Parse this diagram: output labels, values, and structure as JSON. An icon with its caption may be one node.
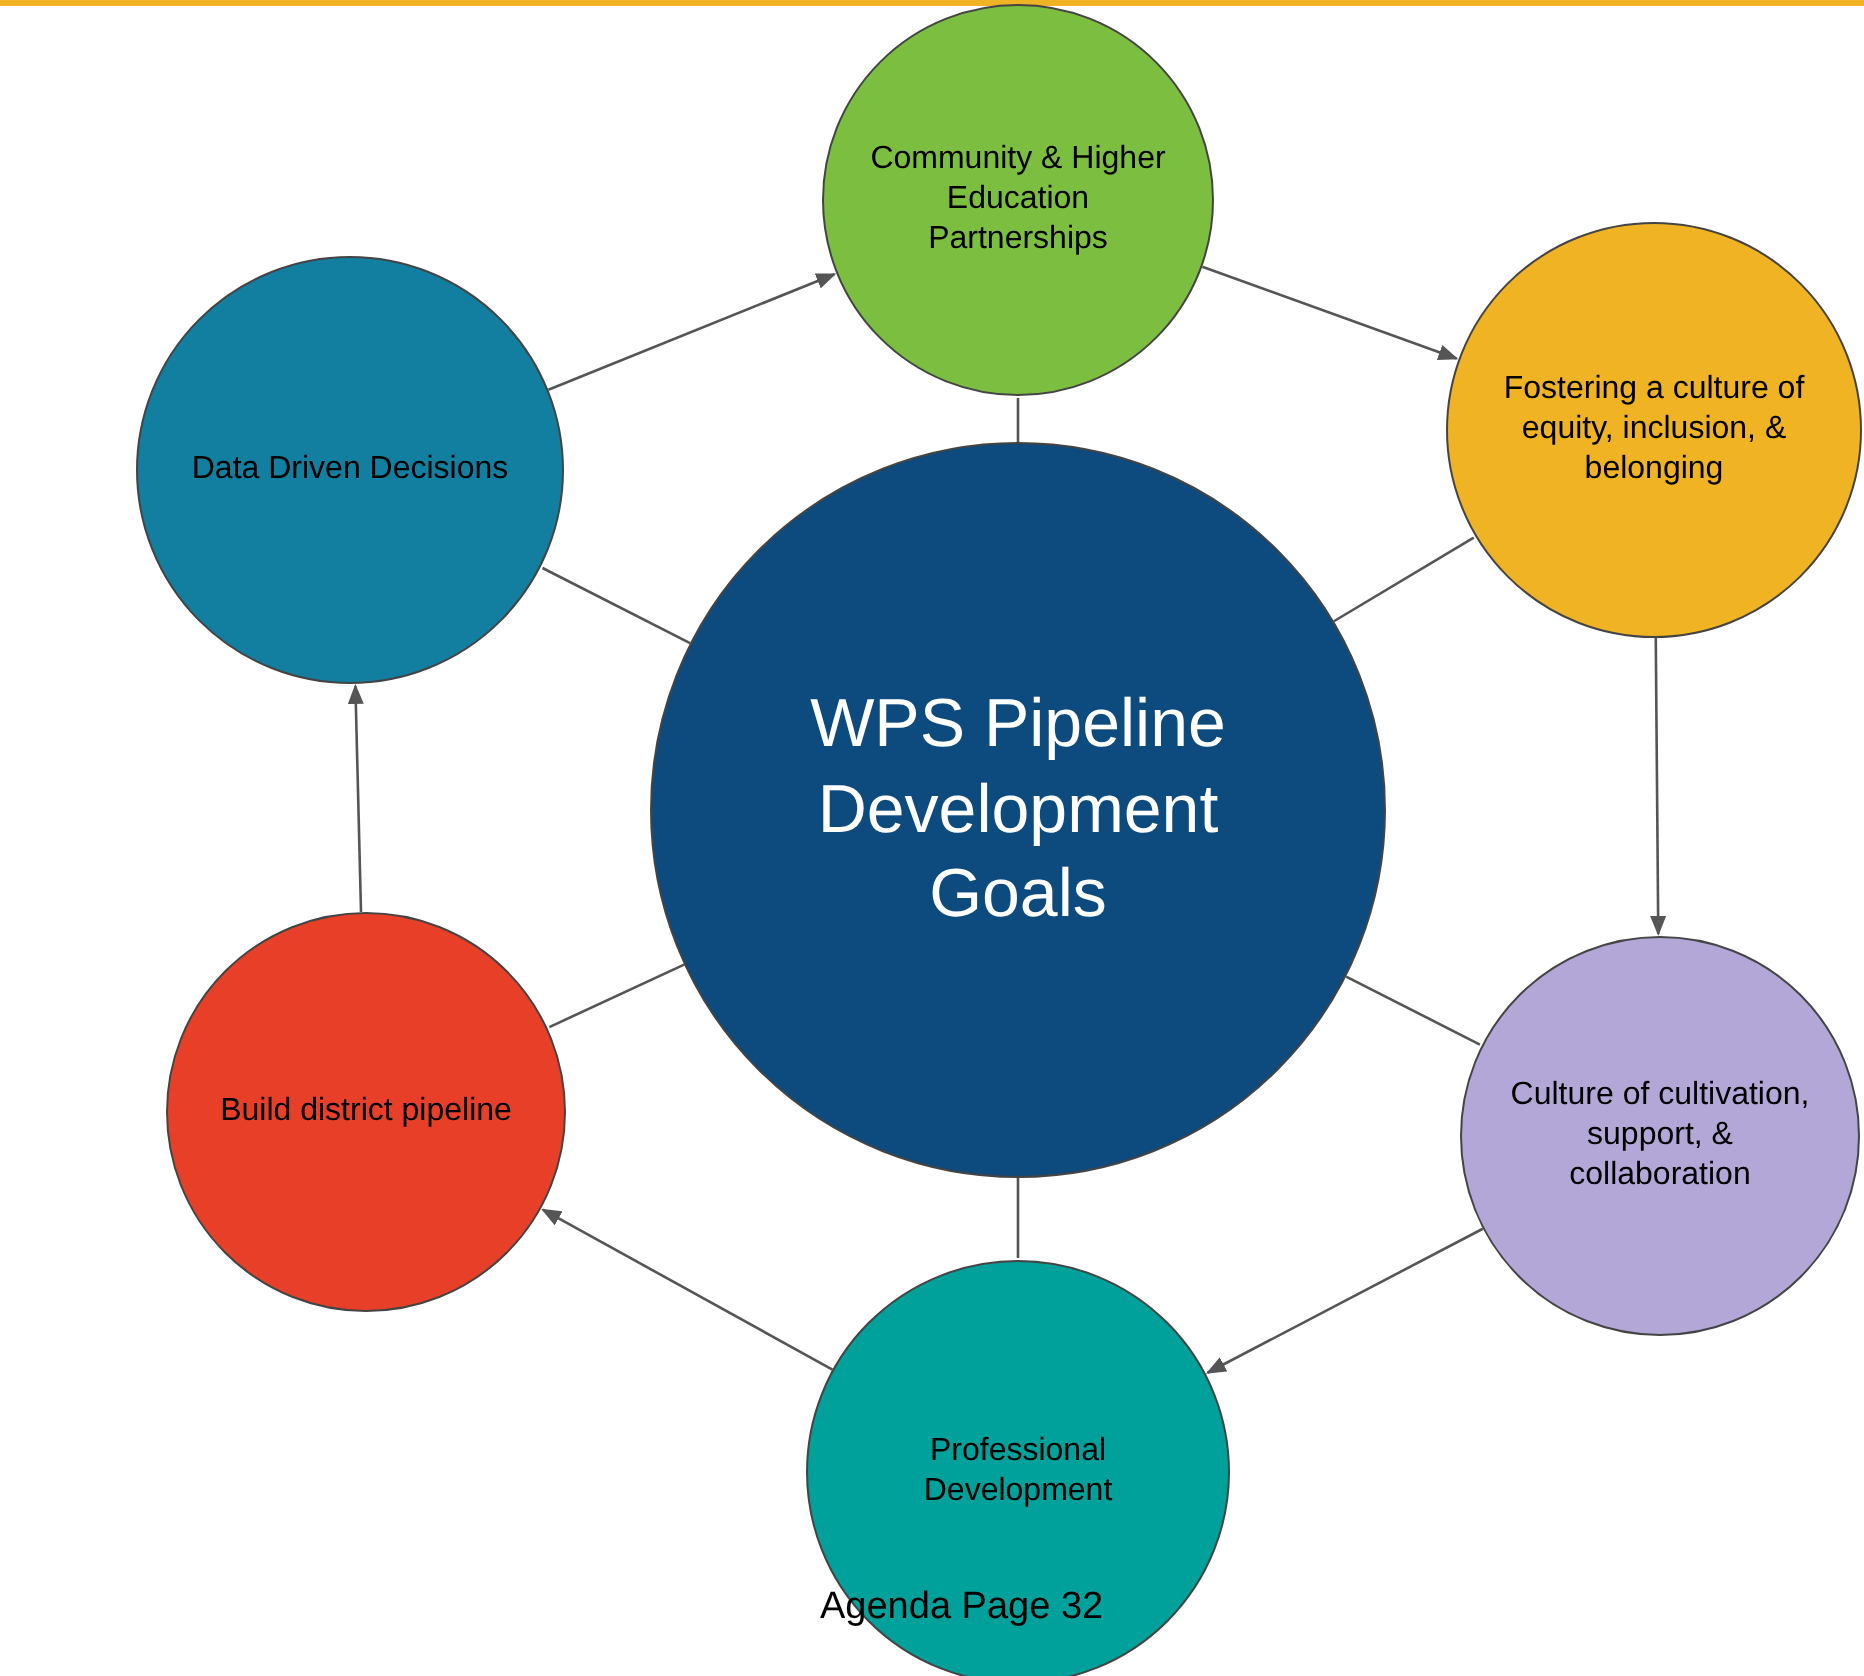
{
  "diagram": {
    "nodes": [
      {
        "text": [
          "Community & Higher Education Partnerships"
        ]
      },
      {
        "text": [
          "Fostering a culture of equity, inclusion, & belonging"
        ]
      },
      {
        "text": [
          "Data Driven Decisions"
        ]
      },
      {
        "text": [
          "WPS Pipeline Development Goals"
        ]
      },
      {
        "text": [
          "Build district pipeline"
        ]
      },
      {
        "text": [
          "Culture of cultivation, support, & collaboration"
        ]
      },
      {
        "text": [
          "Professional Development"
        ]
      }
    ],
    "edges": [
      {
        "from": 2,
        "to": 0,
        "arrow": "to"
      },
      {
        "from": 0,
        "to": 1,
        "arrow": "to"
      },
      {
        "from": 1,
        "to": 5,
        "arrow": "to"
      },
      {
        "from": 5,
        "to": 6,
        "arrow": "to"
      },
      {
        "from": 6,
        "to": 4,
        "arrow": "to"
      },
      {
        "from": 4,
        "to": 2,
        "arrow": "to"
      },
      {
        "from": 3,
        "to": 0,
        "arrow": "none"
      },
      {
        "from": 3,
        "to": 1,
        "arrow": "none"
      },
      {
        "from": 3,
        "to": 5,
        "arrow": "none"
      },
      {
        "from": 3,
        "to": 6,
        "arrow": "none"
      },
      {
        "from": 3,
        "to": 4,
        "arrow": "none"
      },
      {
        "from": 3,
        "to": 2,
        "arrow": "none"
      }
    ],
    "labels": [
      "Agenda Page 32"
    ]
  }
}
